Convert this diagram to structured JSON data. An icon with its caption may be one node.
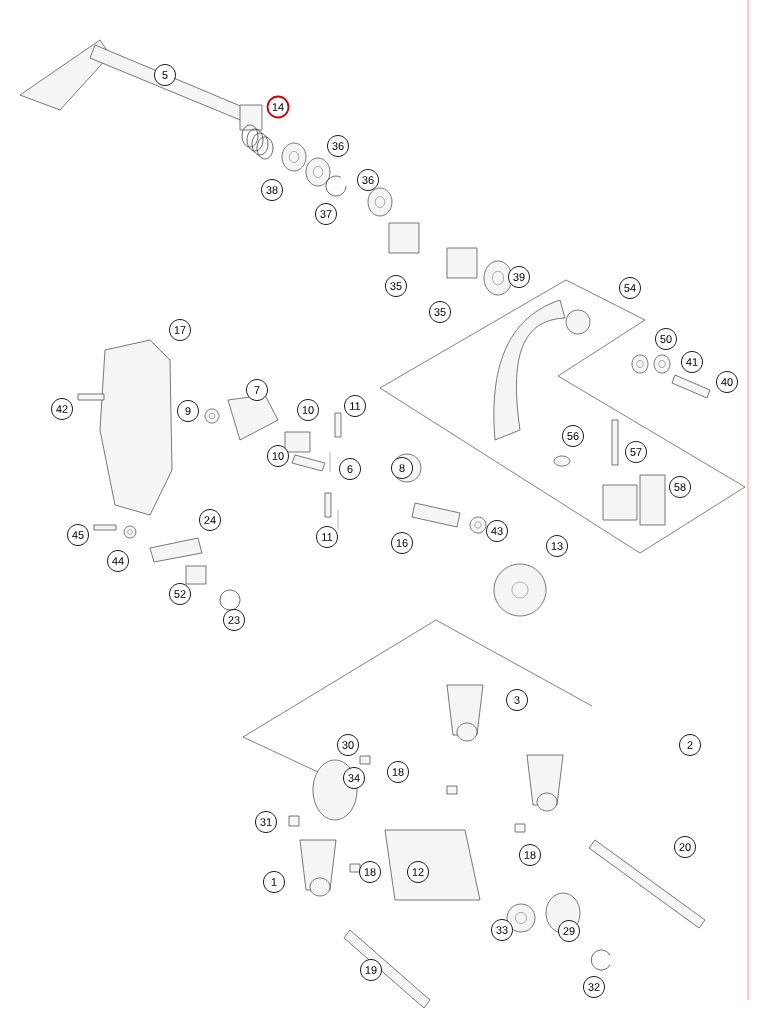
{
  "diagram": {
    "labels": [
      "5",
      "14",
      "36",
      "38",
      "36",
      "37",
      "39",
      "35",
      "35",
      "54",
      "17",
      "50",
      "41",
      "40",
      "7",
      "11",
      "10",
      "9",
      "42",
      "56",
      "57",
      "10",
      "6",
      "8",
      "58",
      "45",
      "24",
      "43",
      "13",
      "16",
      "11",
      "44",
      "52",
      "23",
      "3",
      "2",
      "30",
      "18",
      "34",
      "31",
      "20",
      "18",
      "1",
      "18",
      "12",
      "33",
      "29",
      "19",
      "32"
    ]
  }
}
